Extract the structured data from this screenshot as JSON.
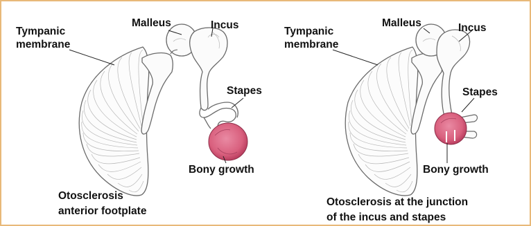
{
  "panels": [
    {
      "labels": {
        "tympanic": "Tympanic\nmembrane",
        "malleus": "Malleus",
        "incus": "Incus",
        "stapes": "Stapes",
        "growth": "Bony growth"
      },
      "caption": [
        "Otosclerosis",
        "anterior footplate"
      ]
    },
    {
      "labels": {
        "tympanic": "Tympanic\nmembrane",
        "malleus": "Malleus",
        "incus": "Incus",
        "stapes": "Stapes",
        "growth": "Bony growth"
      },
      "caption": [
        "Otosclerosis at the junction",
        "of the incus and stapes"
      ]
    }
  ],
  "colors": {
    "border": "#e8b979",
    "growth": "#d9607e",
    "growth_dark": "#b63a5c",
    "line": "#6a6a6a",
    "bone": "#fbfbfb"
  }
}
